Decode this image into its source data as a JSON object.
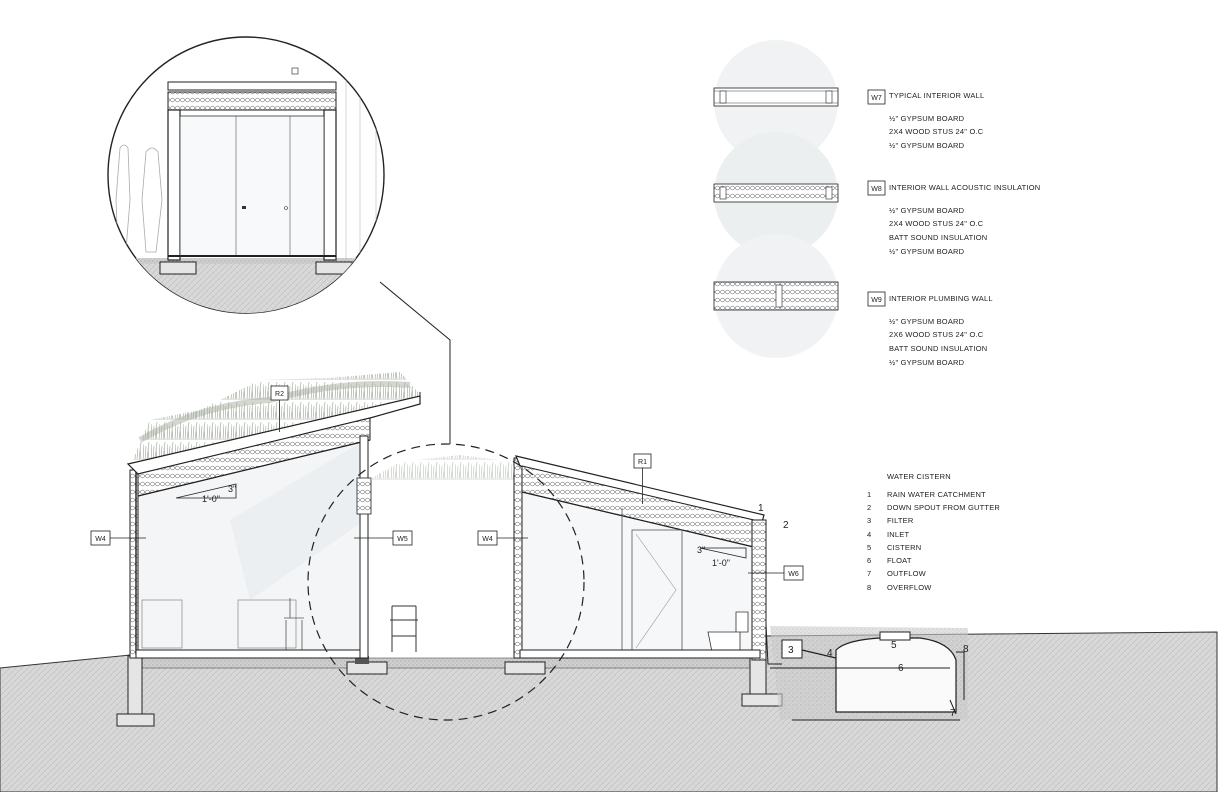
{
  "tags": {
    "r1": "R1",
    "r2": "R2",
    "w4_left": "W4",
    "w4_mid": "W4",
    "w5": "W5",
    "w6": "W6"
  },
  "slopes": {
    "left_rise": "3\"",
    "left_run": "1'-0\"",
    "right_rise": "3\"",
    "right_run": "1'-0\""
  },
  "wall_types": [
    {
      "tag": "W7",
      "title": "TYPICAL INTERIOR WALL",
      "layers": [
        "½\" GYPSUM BOARD",
        "2X4 WOOD STUS 24\" O.C",
        "½\" GYPSUM BOARD"
      ]
    },
    {
      "tag": "W8",
      "title": "INTERIOR WALL ACOUSTIC INSULATION",
      "layers": [
        "½\" GYPSUM BOARD",
        "2X4 WOOD STUS 24\" O.C",
        "BATT SOUND INSULATION",
        "½\" GYPSUM BOARD"
      ]
    },
    {
      "tag": "W9",
      "title": "INTERIOR PLUMBING WALL",
      "layers": [
        "½\" GYPSUM BOARD",
        "2X6 WOOD STUS 24\" O.C",
        "BATT SOUND INSULATION",
        "½\" GYPSUM BOARD"
      ]
    }
  ],
  "cistern_legend": {
    "title": "WATER CISTERN",
    "items": [
      {
        "num": "1",
        "label": "RAIN WATER CATCHMENT"
      },
      {
        "num": "2",
        "label": "DOWN SPOUT FROM GUTTER"
      },
      {
        "num": "3",
        "label": "FILTER"
      },
      {
        "num": "4",
        "label": "INLET"
      },
      {
        "num": "5",
        "label": "CISTERN"
      },
      {
        "num": "6",
        "label": "FLOAT"
      },
      {
        "num": "7",
        "label": "OUTFLOW"
      },
      {
        "num": "8",
        "label": "OVERFLOW"
      }
    ]
  },
  "cistern_markers": [
    "1",
    "2",
    "3",
    "4",
    "5",
    "6",
    "7",
    "8"
  ],
  "colors": {
    "ground": "#d6d6d6",
    "line": "#1a1a1a",
    "glass": "#eef1f3",
    "vegetation": "#b9c2b2",
    "bubble": "#f0f2f3"
  }
}
